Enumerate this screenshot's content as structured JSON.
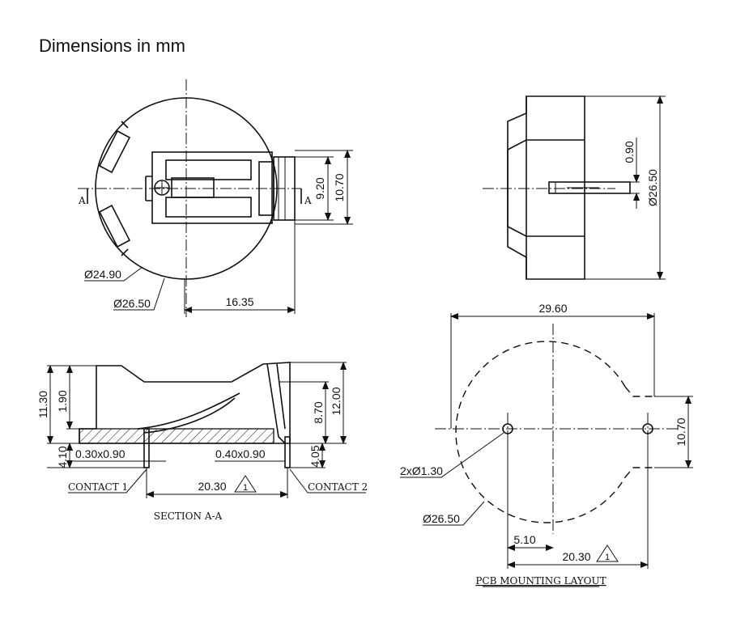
{
  "title": "Dimensions in mm",
  "top_view": {
    "dia_inner": "Ø24.90",
    "dia_outer": "Ø26.50",
    "width": "16.35",
    "h_inner": "9.20",
    "h_outer": "10.70",
    "section_mark": "A"
  },
  "side_view": {
    "dia": "Ø26.50",
    "pin": "0.90"
  },
  "section_view": {
    "h_total": "11.30",
    "h_base": "1.90",
    "h_below": "4.10",
    "pin1": "0.30x0.90",
    "pin2": "0.40x0.90",
    "h_contact": "8.70",
    "h_right": "12.00",
    "h_right_below": "4.05",
    "span": "20.30",
    "note": "1",
    "contact1": "CONTACT 1",
    "contact2": "CONTACT 2",
    "caption": "SECTION A-A"
  },
  "pcb_layout": {
    "width": "29.60",
    "height": "10.70",
    "holes": "2xØ1.30",
    "dia": "Ø26.50",
    "offset": "5.10",
    "span": "20.30",
    "note": "1",
    "caption": "PCB MOUNTING LAYOUT"
  }
}
